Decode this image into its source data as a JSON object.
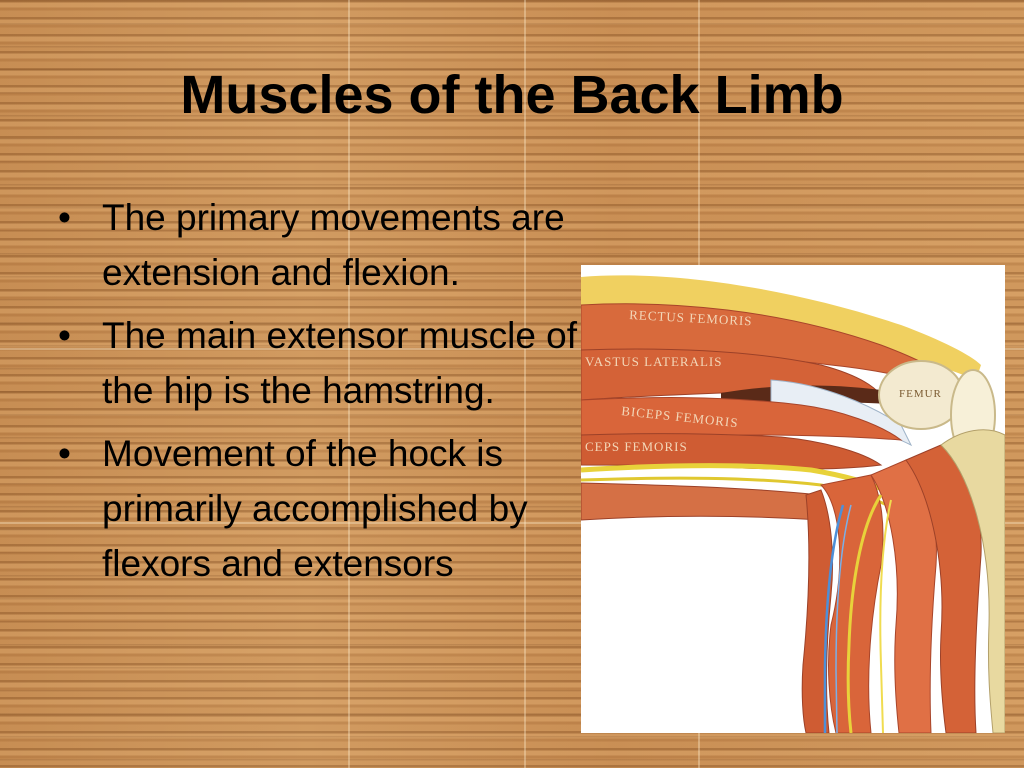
{
  "slide": {
    "title": "Muscles of the Back Limb",
    "bullets": [
      "The primary movements are extension and flexion.",
      "The main extensor muscle of the hip is the hamstring.",
      "Movement of the hock is primarily accomplished by flexors and extensors"
    ]
  },
  "figure": {
    "labels": {
      "rectus": "RECTUS FEMORIS",
      "vastus": "VASTUS LATERALIS",
      "biceps": "BICEPS FEMORIS",
      "biceps2": "CEPS FEMORIS",
      "femur": "FEMUR"
    }
  },
  "colors": {
    "wood": "#c98f55",
    "muscle": "#d9653a",
    "tendon": "#f2e6b8",
    "nerve": "#e8d23a",
    "vessel": "#4d8fd8"
  }
}
